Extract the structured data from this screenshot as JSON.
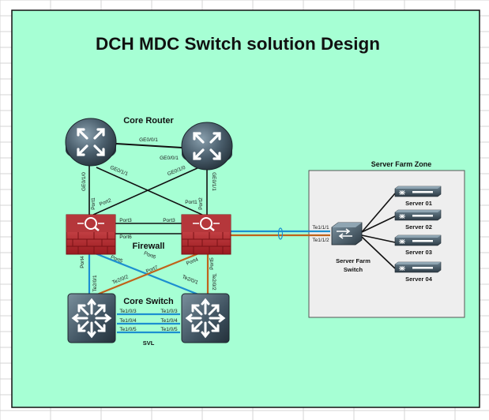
{
  "title": "DCH MDC Switch solution Design",
  "labels": {
    "core_router": "Core Router",
    "firewall": "Firewall",
    "core_switch": "Core Switch",
    "svl": "SVL",
    "server_farm_zone": "Server Farm Zone",
    "server_farm_switch_line1": "Server Farm",
    "server_farm_switch_line2": "Switch"
  },
  "servers": [
    "Server 01",
    "Server 02",
    "Server 03",
    "Server 04"
  ],
  "ports": {
    "r_link_left": "GE0/0/1",
    "r_link_right": "GE0/0/1",
    "r1_down_left": "GE0/1/0",
    "r1_down_cross": "GE0/1/1",
    "r2_down_cross": "GE0/1/0",
    "r2_down_right": "GE0/1/1",
    "fw1_port1": "Port1",
    "fw1_port2": "Port2",
    "fw2_port1": "Port1",
    "fw2_port2": "Port2",
    "fw1_port3": "Port3",
    "fw2_port3": "Port3",
    "fw2_port6": "Port6",
    "fw1_port6": "Port6",
    "fw1_port4": "Port4",
    "fw1_port5": "Port5",
    "fw2_port7": "Port7",
    "fw2_port4": "Port4",
    "fw2_port5": "Port5",
    "sw1_te2_0_1": "Te2/0/1",
    "sw1_te2_0_2": "Te2/0/2",
    "sw2_te2_0_1": "Te2/0/1",
    "sw2_te2_0_2": "Te2/0/2",
    "sw1_te1_0_3": "Te1/0/3",
    "sw1_te1_0_4": "Te1/0/4",
    "sw1_te1_0_5": "Te1/0/5",
    "sw2_te1_0_3": "Te1/0/3",
    "sw2_te1_0_4": "Te1/0/4",
    "sw2_te1_0_5": "Te1/0/5",
    "sfs_te1_1_1": "Te1/1/1",
    "sfs_te1_1_2": "Te1/1/2"
  },
  "colors": {
    "canvas_bg": "#a6ffd4",
    "link_black": "#111111",
    "link_blue": "#1c8fd0",
    "link_orange": "#c0621a",
    "firewall_red": "#c0282d",
    "device_dark": "#3a4b58"
  },
  "icons": {
    "router": "router-icon",
    "firewall": "firewall-icon",
    "switch": "l3-switch-icon",
    "server": "server-icon",
    "farm_switch": "workgroup-switch-icon"
  }
}
